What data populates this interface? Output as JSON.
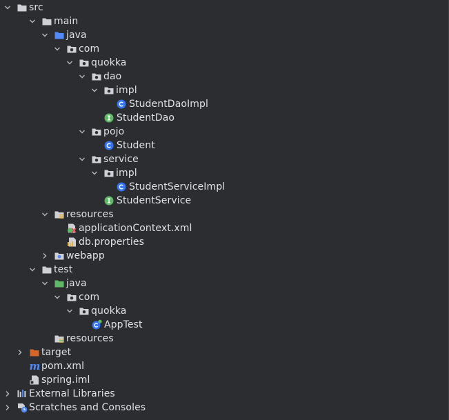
{
  "tree": {
    "items": [
      {
        "label": "src",
        "icon": "folder-icon",
        "expanded": true
      },
      {
        "label": "main",
        "icon": "folder-icon",
        "expanded": true
      },
      {
        "label": "java",
        "icon": "source-root-folder-icon",
        "expanded": true
      },
      {
        "label": "com",
        "icon": "package-icon",
        "expanded": true
      },
      {
        "label": "quokka",
        "icon": "package-icon",
        "expanded": true
      },
      {
        "label": "dao",
        "icon": "package-icon",
        "expanded": true
      },
      {
        "label": "impl",
        "icon": "package-icon",
        "expanded": true
      },
      {
        "label": "StudentDaoImpl",
        "icon": "java-class-icon"
      },
      {
        "label": "StudentDao",
        "icon": "java-interface-icon"
      },
      {
        "label": "pojo",
        "icon": "package-icon",
        "expanded": true
      },
      {
        "label": "Student",
        "icon": "java-class-icon"
      },
      {
        "label": "service",
        "icon": "package-icon",
        "expanded": true
      },
      {
        "label": "impl",
        "icon": "package-icon",
        "expanded": true
      },
      {
        "label": "StudentServiceImpl",
        "icon": "java-class-icon"
      },
      {
        "label": "StudentService",
        "icon": "java-interface-icon"
      },
      {
        "label": "resources",
        "icon": "resources-folder-icon",
        "expanded": true
      },
      {
        "label": "applicationContext.xml",
        "icon": "spring-xml-icon"
      },
      {
        "label": "db.properties",
        "icon": "properties-file-icon"
      },
      {
        "label": "webapp",
        "icon": "web-folder-icon",
        "expanded": false
      },
      {
        "label": "test",
        "icon": "folder-icon",
        "expanded": true
      },
      {
        "label": "java",
        "icon": "test-source-folder-icon",
        "expanded": true
      },
      {
        "label": "com",
        "icon": "package-icon",
        "expanded": true
      },
      {
        "label": "quokka",
        "icon": "package-icon",
        "expanded": true
      },
      {
        "label": "AppTest",
        "icon": "test-class-icon"
      },
      {
        "label": "resources",
        "icon": "test-resources-folder-icon"
      },
      {
        "label": "target",
        "icon": "excluded-folder-icon",
        "expanded": false
      },
      {
        "label": "pom.xml",
        "icon": "maven-icon"
      },
      {
        "label": "spring.iml",
        "icon": "module-file-icon"
      },
      {
        "label": "External Libraries",
        "icon": "libraries-icon",
        "expanded": false
      },
      {
        "label": "Scratches and Consoles",
        "icon": "scratches-icon",
        "expanded": false
      }
    ]
  },
  "colors": {
    "background": "#2b2d30",
    "text": "#dfe1e5",
    "folder": "#ced0d6",
    "source_root": "#548af7",
    "test_root": "#5fb865",
    "class": "#3574f0",
    "interface": "#5fb865",
    "excluded": "#d4662c"
  }
}
